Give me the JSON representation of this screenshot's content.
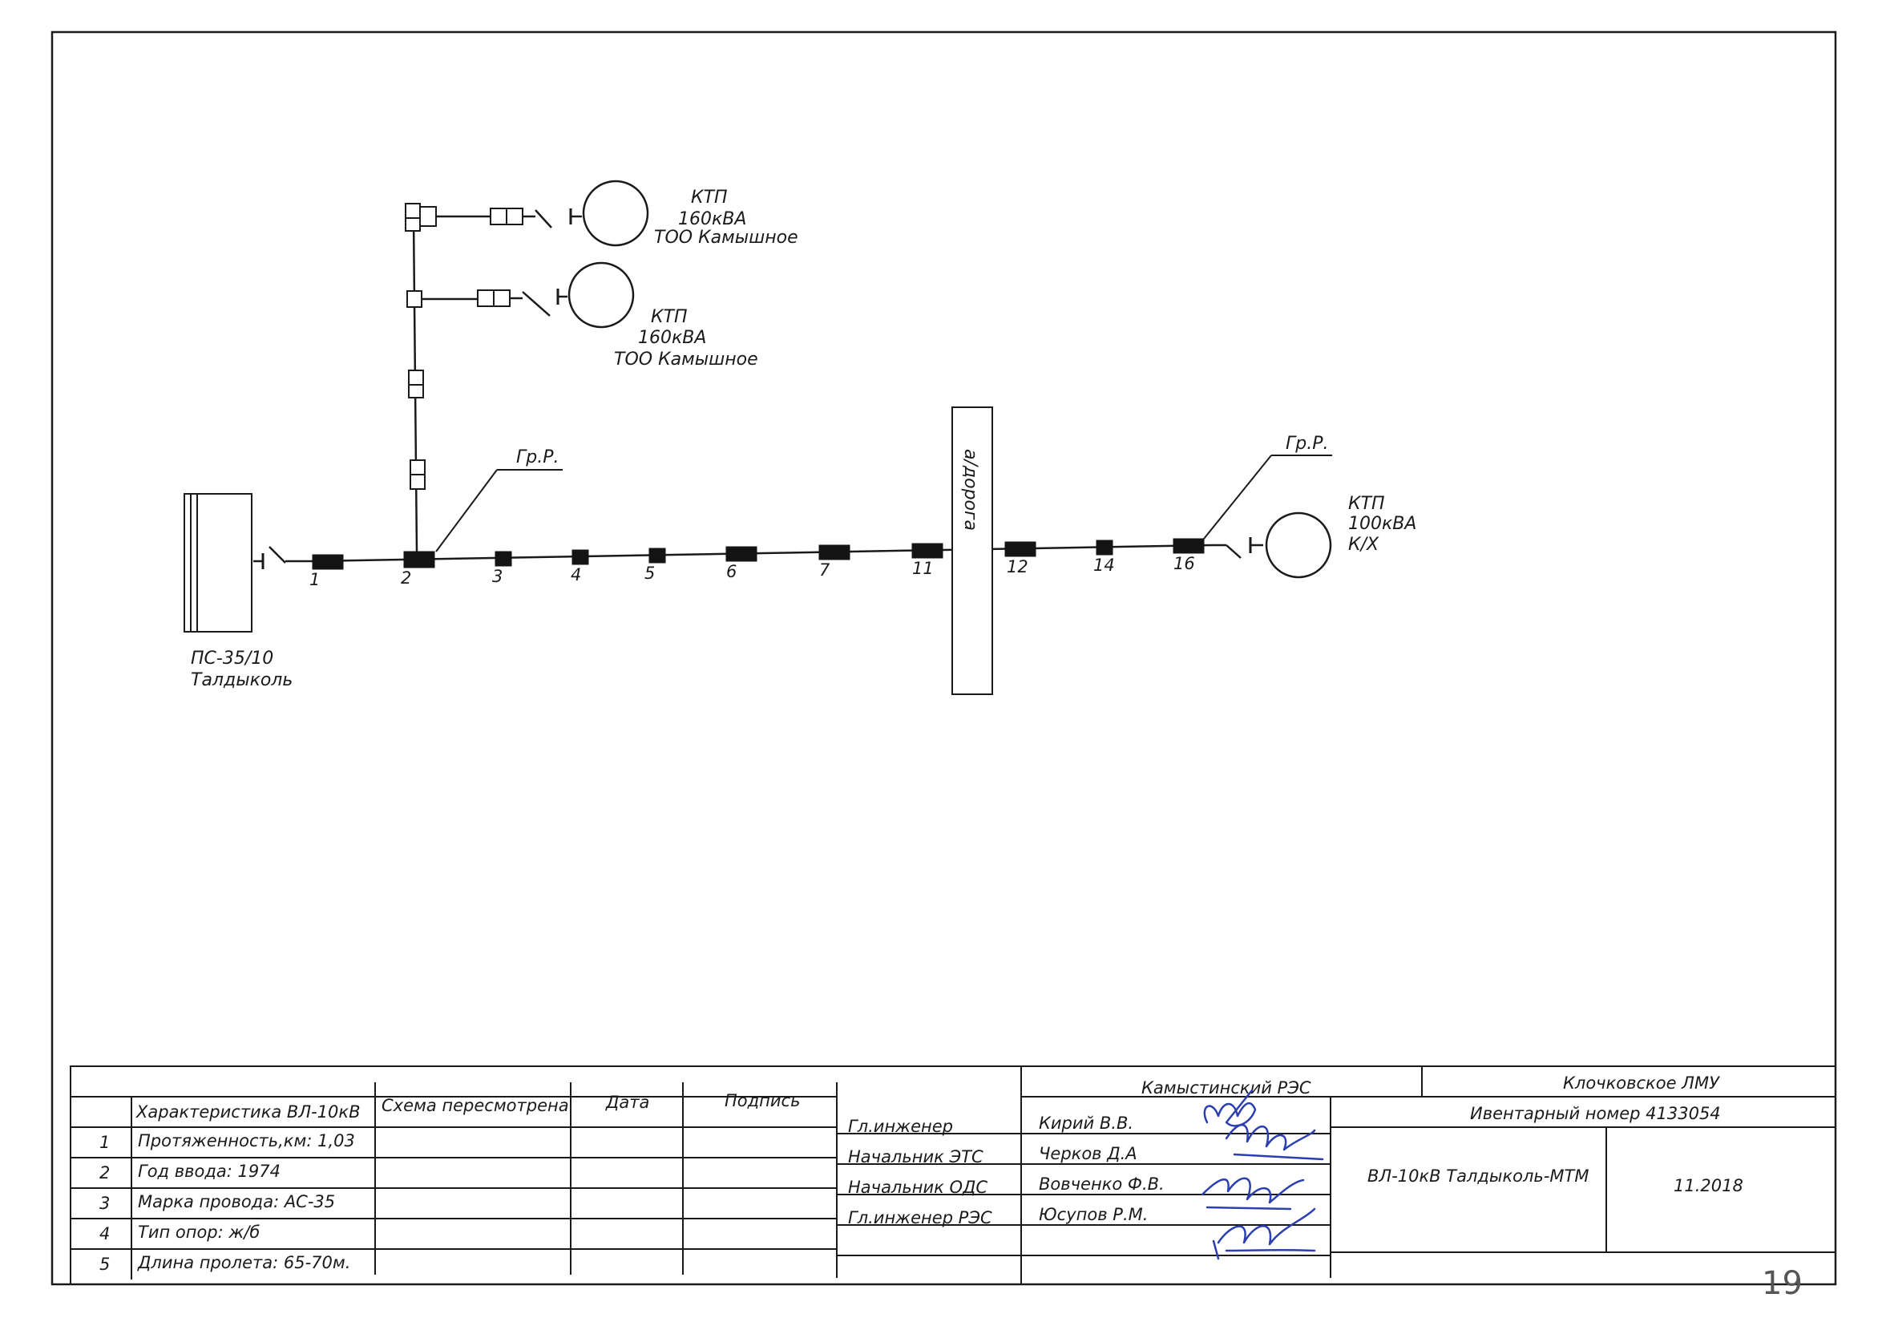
{
  "substation": {
    "line1": "ПС-35/10",
    "line2": "Талдыколь"
  },
  "ktp": [
    {
      "line1": "КТП",
      "line2": "160кВА",
      "line3": "ТОО Камышное"
    },
    {
      "line1": "КТП",
      "line2": "160кВА",
      "line3": "ТОО Камышное"
    },
    {
      "line1": "КТП",
      "line2": "100кВА",
      "line3": "К/Х"
    }
  ],
  "group_breaker_labels": [
    "Гр.Р.",
    "Гр.Р."
  ],
  "road_label": "а/дорога",
  "pole_numbers": [
    "1",
    "2",
    "3",
    "4",
    "5",
    "6",
    "7",
    "11",
    "12",
    "14",
    "16"
  ],
  "title_block": {
    "header": {
      "characteristics": "Характеристика ВЛ-10кВ",
      "scheme_revised": "Схема пересмотрена",
      "date": "Дата",
      "signature": "Подпись"
    },
    "rows": [
      {
        "num": "1",
        "text": "Протяженность,км: 1,03"
      },
      {
        "num": "2",
        "text": "Год ввода: 1974"
      },
      {
        "num": "3",
        "text": "Марка провода: АС-35"
      },
      {
        "num": "4",
        "text": "Тип опор: ж/б"
      },
      {
        "num": "5",
        "text": "Длина пролета: 65-70м."
      }
    ],
    "res": "Камыстинский РЭС",
    "lmu": "Клочковское ЛМУ",
    "inventory": "Ивентарный номер 4133054",
    "line_name": "ВЛ-10кВ Талдыколь-МТМ",
    "date_value": "11.2018",
    "positions": [
      "Гл.инженер",
      "Начальник ЭТС",
      "Начальник ОДС",
      "Гл.инженер РЭС"
    ],
    "names": [
      "Кирий В.В.",
      "Черков Д.А",
      "Вовченко Ф.В.",
      "Юсупов Р.М."
    ]
  },
  "page_number": "19",
  "colors": {
    "ink": "#1a1a1a",
    "signature": "#2b3fb0",
    "paper": "#ffffff"
  }
}
